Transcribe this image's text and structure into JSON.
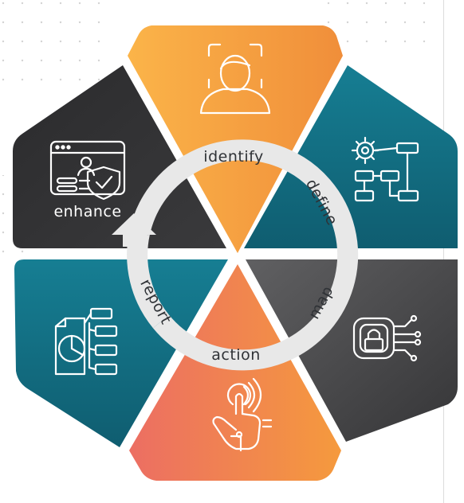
{
  "diagram": {
    "steps": [
      {
        "id": "identify",
        "label": "identify",
        "icon": "face-scan-icon",
        "color": "#f5a142"
      },
      {
        "id": "define",
        "label": "define",
        "icon": "gear-flowchart-icon",
        "color": "#137489"
      },
      {
        "id": "map",
        "label": "map",
        "icon": "circuit-lock-icon",
        "color": "#3e3e40"
      },
      {
        "id": "action",
        "label": "action",
        "icon": "touch-hand-icon",
        "color": "#f07d5a"
      },
      {
        "id": "report",
        "label": "report",
        "icon": "report-chart-icon",
        "color": "#137489"
      },
      {
        "id": "enhance",
        "label": "enhance",
        "icon": "security-profile-icon",
        "color": "#2e2e30"
      }
    ]
  }
}
